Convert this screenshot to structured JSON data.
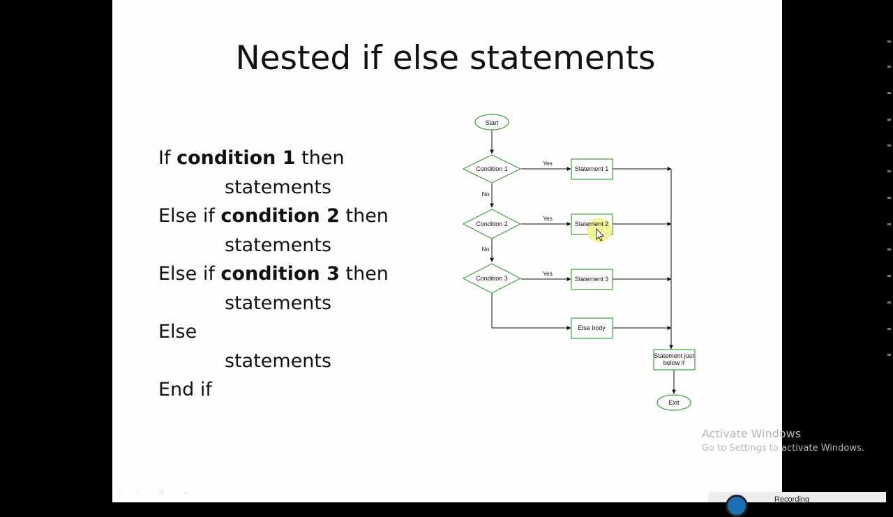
{
  "slide": {
    "title": "Nested if else statements",
    "code": {
      "line1": {
        "pre": "If ",
        "bold": "condition 1",
        "post": " then"
      },
      "line2": "statements",
      "line3": {
        "pre": "Else if ",
        "bold": "condition 2",
        "post": " then"
      },
      "line4": "statements",
      "line5": {
        "pre": "Else if ",
        "bold": "condition 3",
        "post": " then"
      },
      "line6": "statements",
      "line7": "Else",
      "line8": "statements",
      "line9": "End if"
    }
  },
  "flowchart": {
    "start": "Start",
    "conditions": [
      "Condition 1",
      "Condition 2",
      "Condition 3"
    ],
    "statements": [
      "Statement 1",
      "Statement 2",
      "Statement 3"
    ],
    "else_body": "Else body",
    "yes": "Yes",
    "no": "No",
    "after_line1": "Statement just",
    "after_line2": "below if",
    "exit": "Exit",
    "colors": {
      "stroke": "#3aa13a",
      "highlight": "#f5f28a",
      "line": "#111111"
    }
  },
  "watermark": {
    "line1": "Activate Windows",
    "line2": "Go to Settings to activate Windows."
  },
  "taskbar": {
    "recording_label": "Recording"
  }
}
